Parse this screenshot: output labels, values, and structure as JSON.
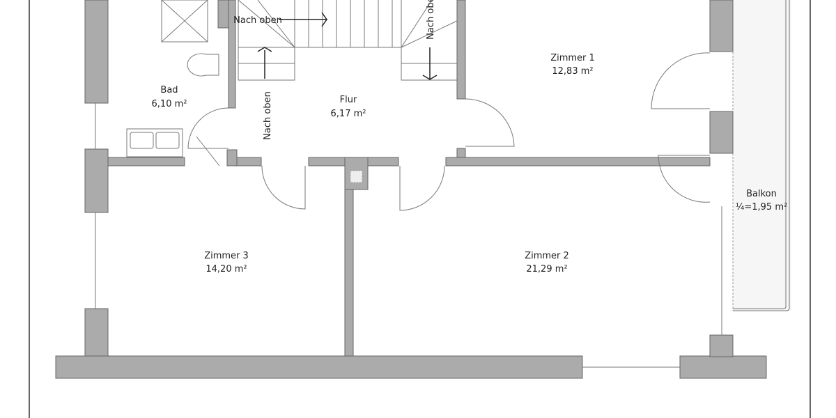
{
  "rooms": {
    "bad": {
      "name": "Bad",
      "area": "6,10 m²"
    },
    "flur": {
      "name": "Flur",
      "area": "6,17 m²"
    },
    "zimmer1": {
      "name": "Zimmer 1",
      "area": "12,83 m²"
    },
    "zimmer2": {
      "name": "Zimmer 2",
      "area": "21,29 m²"
    },
    "zimmer3": {
      "name": "Zimmer 3",
      "area": "14,20 m²"
    },
    "balkon": {
      "name": "Balkon",
      "area": "¼=1,95 m²"
    }
  },
  "stairs": {
    "label_top": "Nach oben",
    "label_left": "Nach oben",
    "label_right": "Nach oben"
  },
  "colors": {
    "wall": "#ababab",
    "balcony": "#f6f6f6"
  }
}
